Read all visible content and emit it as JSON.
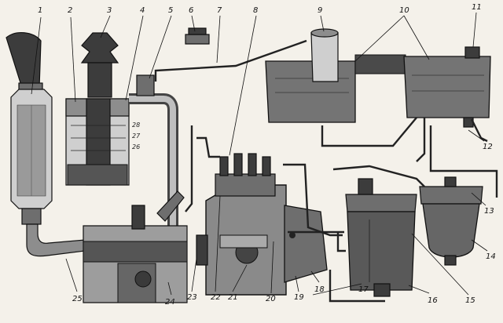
{
  "callouts": [
    {
      "id": "c1",
      "label": "1"
    },
    {
      "id": "c2",
      "label": "2"
    },
    {
      "id": "c3",
      "label": "3"
    },
    {
      "id": "c4",
      "label": "4"
    },
    {
      "id": "c5",
      "label": "5"
    },
    {
      "id": "c6",
      "label": "6"
    },
    {
      "id": "c7",
      "label": "7"
    },
    {
      "id": "c8",
      "label": "8"
    },
    {
      "id": "c9",
      "label": "9"
    },
    {
      "id": "c10",
      "label": "10"
    },
    {
      "id": "c11",
      "label": "11"
    },
    {
      "id": "c12",
      "label": "12"
    },
    {
      "id": "c13",
      "label": "13"
    },
    {
      "id": "c14",
      "label": "14"
    },
    {
      "id": "c15",
      "label": "15"
    },
    {
      "id": "c16",
      "label": "16"
    },
    {
      "id": "c17",
      "label": "17"
    },
    {
      "id": "c18",
      "label": "18"
    },
    {
      "id": "c19",
      "label": "19"
    },
    {
      "id": "c20",
      "label": "20"
    },
    {
      "id": "c21",
      "label": "21"
    },
    {
      "id": "c22",
      "label": "22"
    },
    {
      "id": "c23",
      "label": "23"
    },
    {
      "id": "c24",
      "label": "24"
    },
    {
      "id": "c25",
      "label": "25"
    }
  ],
  "filter_markers": [
    "28",
    "27",
    "26"
  ]
}
